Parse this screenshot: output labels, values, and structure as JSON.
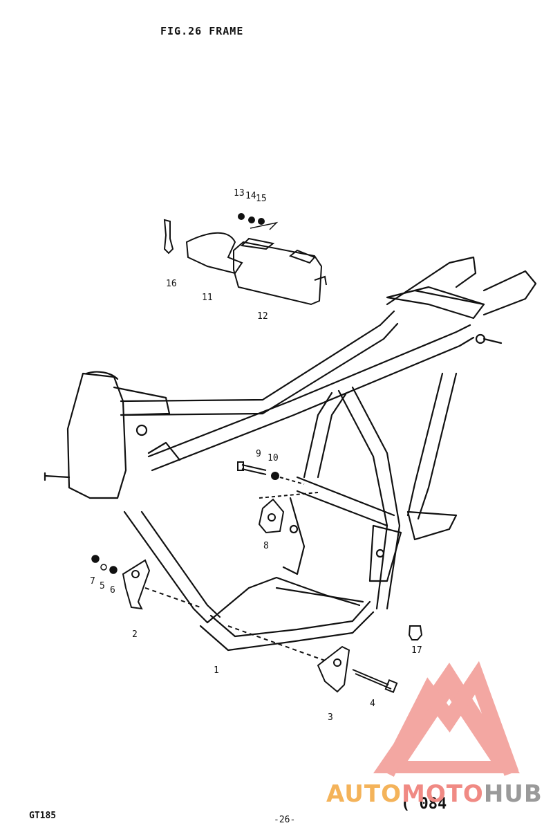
{
  "title": "FIG.26  FRAME",
  "model": "GT185",
  "page": "-26-",
  "code": "( 084",
  "logo": {
    "part1": "AUTO",
    "part2": "MOTO",
    "part3": "HUB",
    "accent": "#f08a84",
    "secondary": "#f4b35a",
    "neutral": "#9a9a9a"
  },
  "parts": {
    "p1": "1",
    "p2": "2",
    "p3": "3",
    "p4": "4",
    "p5": "5",
    "p6": "6",
    "p7": "7",
    "p8": "8",
    "p9": "9",
    "p10": "10",
    "p11": "11",
    "p12": "12",
    "p13": "13",
    "p14": "14",
    "p15": "15",
    "p16": "16",
    "p17": "17"
  }
}
